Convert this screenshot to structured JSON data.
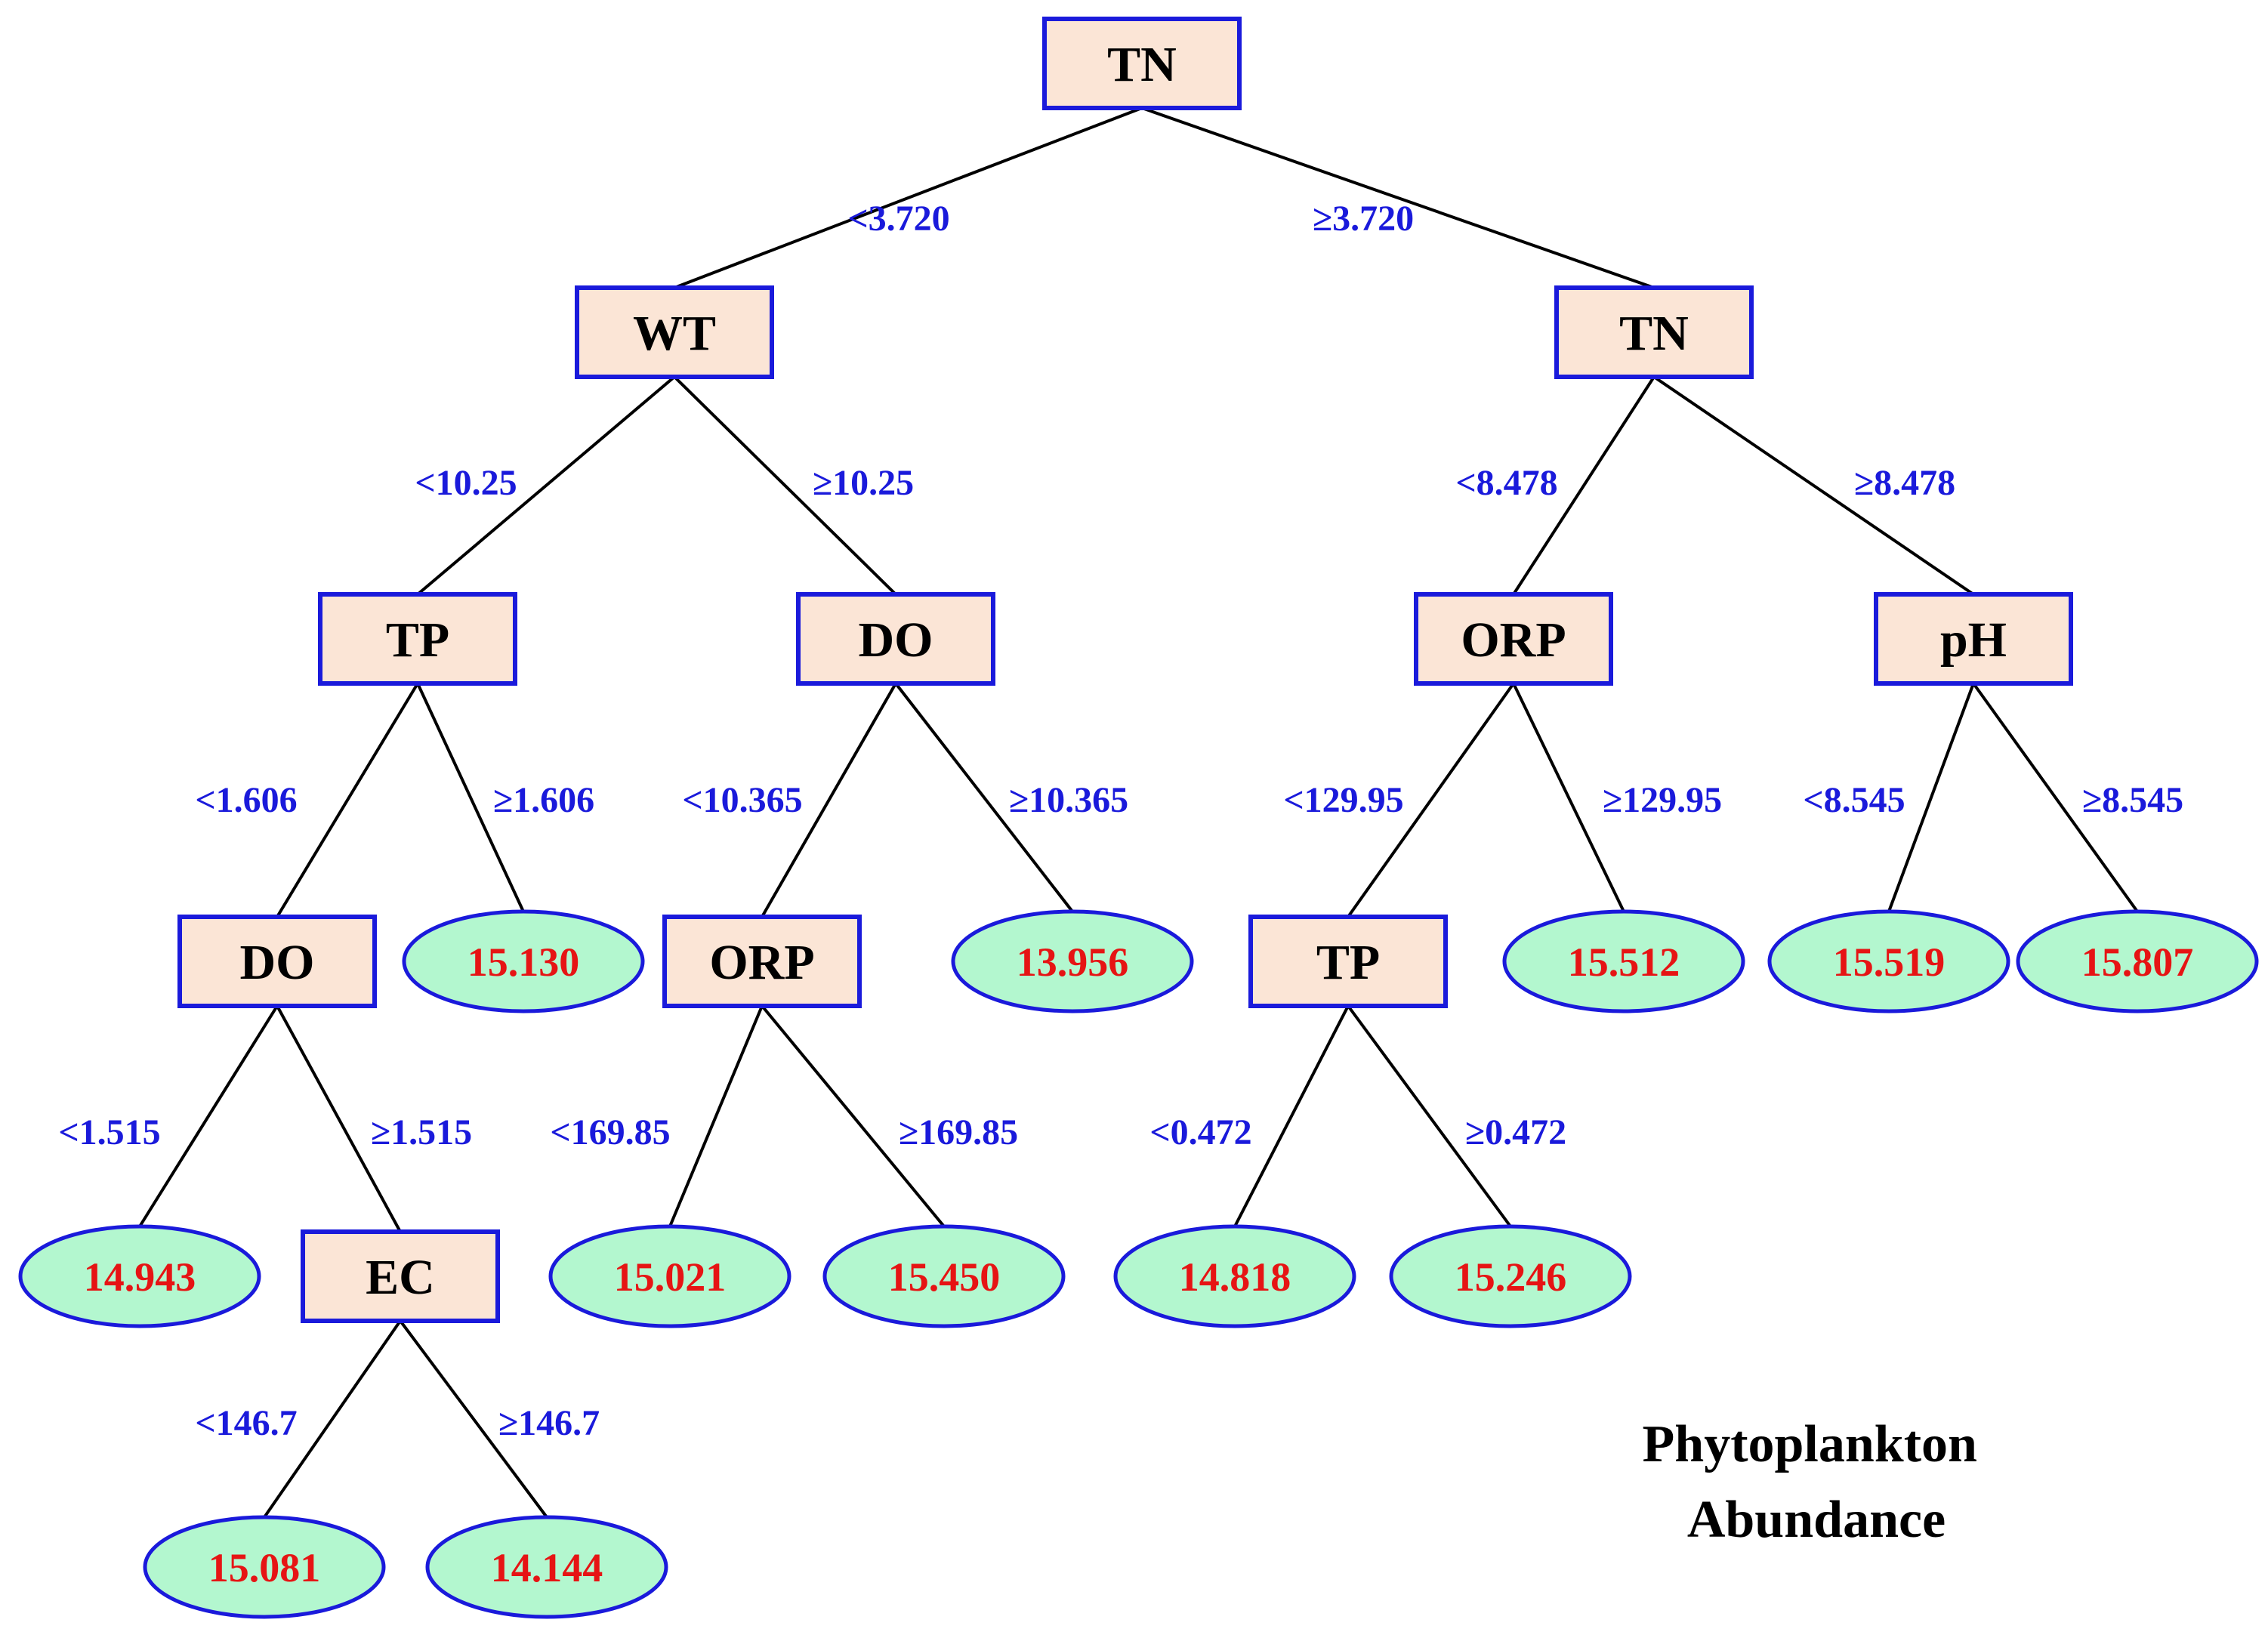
{
  "title": [
    "Phytoplankton",
    "Abundance"
  ],
  "colors": {
    "node_fill": "#fbe5d6",
    "node_border": "#1a1adb",
    "leaf_fill": "#b3f7cf",
    "leaf_text": "#e61414",
    "edge_label": "#1a1adb"
  },
  "tree": {
    "nodes": [
      {
        "id": "n_tn_root",
        "kind": "split",
        "label": "TN"
      },
      {
        "id": "n_wt",
        "kind": "split",
        "label": "WT"
      },
      {
        "id": "n_tn2",
        "kind": "split",
        "label": "TN"
      },
      {
        "id": "n_tp1",
        "kind": "split",
        "label": "TP"
      },
      {
        "id": "n_do1",
        "kind": "split",
        "label": "DO"
      },
      {
        "id": "n_orp1",
        "kind": "split",
        "label": "ORP"
      },
      {
        "id": "n_ph",
        "kind": "split",
        "label": "pH"
      },
      {
        "id": "n_do2",
        "kind": "split",
        "label": "DO"
      },
      {
        "id": "l_15130",
        "kind": "leaf",
        "label": "15.130"
      },
      {
        "id": "n_orp2",
        "kind": "split",
        "label": "ORP"
      },
      {
        "id": "l_13956",
        "kind": "leaf",
        "label": "13.956"
      },
      {
        "id": "n_tp2",
        "kind": "split",
        "label": "TP"
      },
      {
        "id": "l_15512",
        "kind": "leaf",
        "label": "15.512"
      },
      {
        "id": "l_15519",
        "kind": "leaf",
        "label": "15.519"
      },
      {
        "id": "l_15807",
        "kind": "leaf",
        "label": "15.807"
      },
      {
        "id": "l_14943",
        "kind": "leaf",
        "label": "14.943"
      },
      {
        "id": "n_ec",
        "kind": "split",
        "label": "EC"
      },
      {
        "id": "l_15021",
        "kind": "leaf",
        "label": "15.021"
      },
      {
        "id": "l_15450",
        "kind": "leaf",
        "label": "15.450"
      },
      {
        "id": "l_14818",
        "kind": "leaf",
        "label": "14.818"
      },
      {
        "id": "l_15246",
        "kind": "leaf",
        "label": "15.246"
      },
      {
        "id": "l_15081",
        "kind": "leaf",
        "label": "15.081"
      },
      {
        "id": "l_14144",
        "kind": "leaf",
        "label": "14.144"
      }
    ],
    "edges": [
      {
        "from": "n_tn_root",
        "to": "n_wt",
        "label": "<3.720"
      },
      {
        "from": "n_tn_root",
        "to": "n_tn2",
        "label": "≥3.720"
      },
      {
        "from": "n_wt",
        "to": "n_tp1",
        "label": "<10.25"
      },
      {
        "from": "n_wt",
        "to": "n_do1",
        "label": "≥10.25"
      },
      {
        "from": "n_tn2",
        "to": "n_orp1",
        "label": "<8.478"
      },
      {
        "from": "n_tn2",
        "to": "n_ph",
        "label": "≥8.478"
      },
      {
        "from": "n_tp1",
        "to": "n_do2",
        "label": "<1.606"
      },
      {
        "from": "n_tp1",
        "to": "l_15130",
        "label": "≥1.606"
      },
      {
        "from": "n_do1",
        "to": "n_orp2",
        "label": "<10.365"
      },
      {
        "from": "n_do1",
        "to": "l_13956",
        "label": "≥10.365"
      },
      {
        "from": "n_orp1",
        "to": "n_tp2",
        "label": "<129.95"
      },
      {
        "from": "n_orp1",
        "to": "l_15512",
        "label": "≥129.95"
      },
      {
        "from": "n_ph",
        "to": "l_15519",
        "label": "<8.545"
      },
      {
        "from": "n_ph",
        "to": "l_15807",
        "label": "≥8.545"
      },
      {
        "from": "n_do2",
        "to": "l_14943",
        "label": "<1.515"
      },
      {
        "from": "n_do2",
        "to": "n_ec",
        "label": "≥1.515"
      },
      {
        "from": "n_orp2",
        "to": "l_15021",
        "label": "<169.85"
      },
      {
        "from": "n_orp2",
        "to": "l_15450",
        "label": "≥169.85"
      },
      {
        "from": "n_tp2",
        "to": "l_14818",
        "label": "<0.472"
      },
      {
        "from": "n_tp2",
        "to": "l_15246",
        "label": "≥0.472"
      },
      {
        "from": "n_ec",
        "to": "l_15081",
        "label": "<146.7"
      },
      {
        "from": "n_ec",
        "to": "l_14144",
        "label": "≥146.7"
      }
    ]
  }
}
